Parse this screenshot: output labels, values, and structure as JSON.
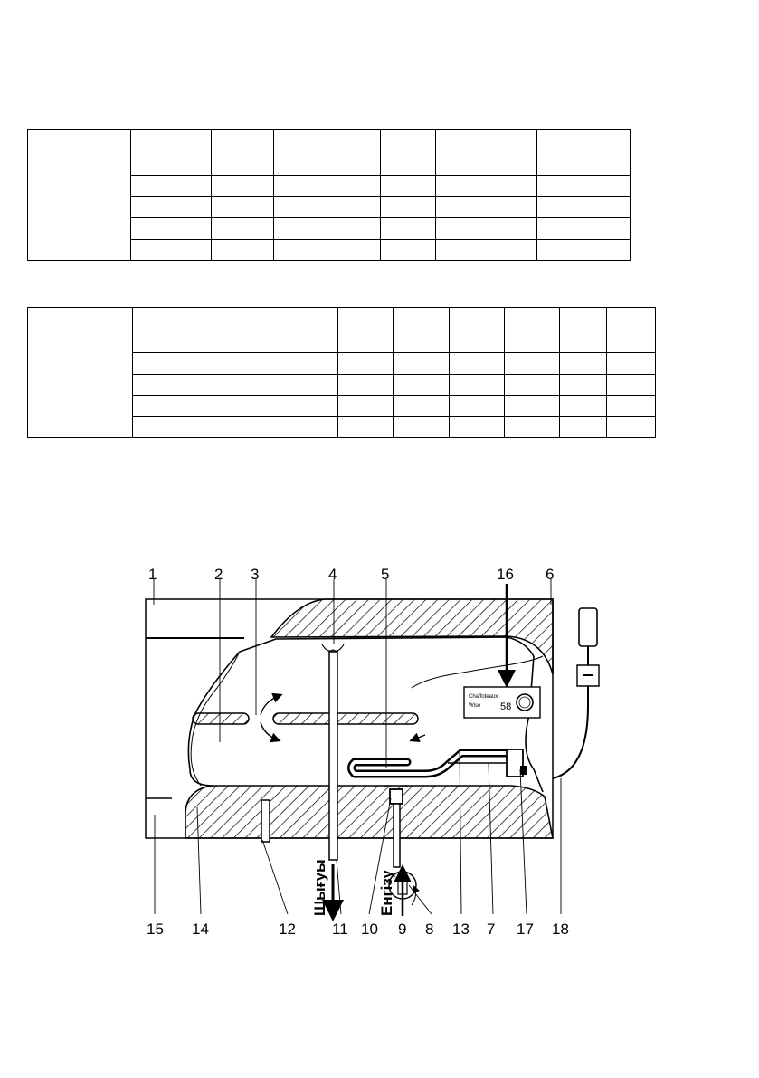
{
  "diagram": {
    "callouts": [
      "1",
      "2",
      "3",
      "4",
      "5",
      "16",
      "6",
      "15",
      "14",
      "12",
      "11",
      "10",
      "9",
      "8",
      "13",
      "7",
      "17",
      "18"
    ],
    "arrows": {
      "outlet": "Шығуы",
      "inlet": "Енгізу"
    },
    "panel": {
      "display_value": "58"
    }
  }
}
